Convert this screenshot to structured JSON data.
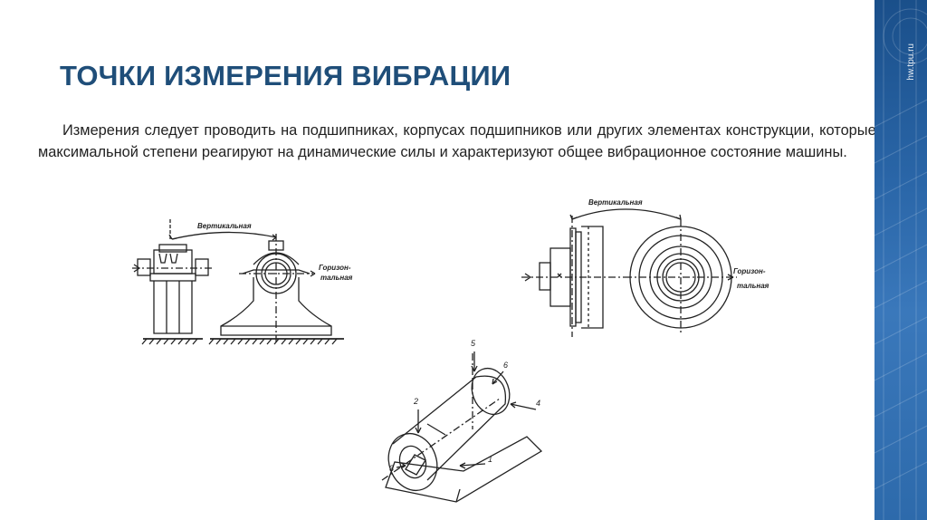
{
  "slide": {
    "title": "ТОЧКИ ИЗМЕРЕНИЯ ВИБРАЦИИ",
    "body": "Измерения следует проводить на подшипниках, корпусах подшипников или других элементах конструкции, которые в максимальной степени реагируют на динамические силы и характеризуют общее вибрационное состояние машины.",
    "site": "hw.tpu.ru",
    "accent_color": "#1f4e79",
    "band_color": "#2a66a8"
  },
  "figure_left": {
    "vertical_label": "Вертикальная",
    "horizontal_label_1": "Горизон-",
    "horizontal_label_2": "тальная"
  },
  "figure_right": {
    "vertical_label": "Вертикальная",
    "horizontal_label_1": "Горизон-",
    "horizontal_label_2": "тальная"
  },
  "figure_bottom": {
    "points": [
      "1",
      "2",
      "3",
      "4",
      "5",
      "6"
    ]
  }
}
